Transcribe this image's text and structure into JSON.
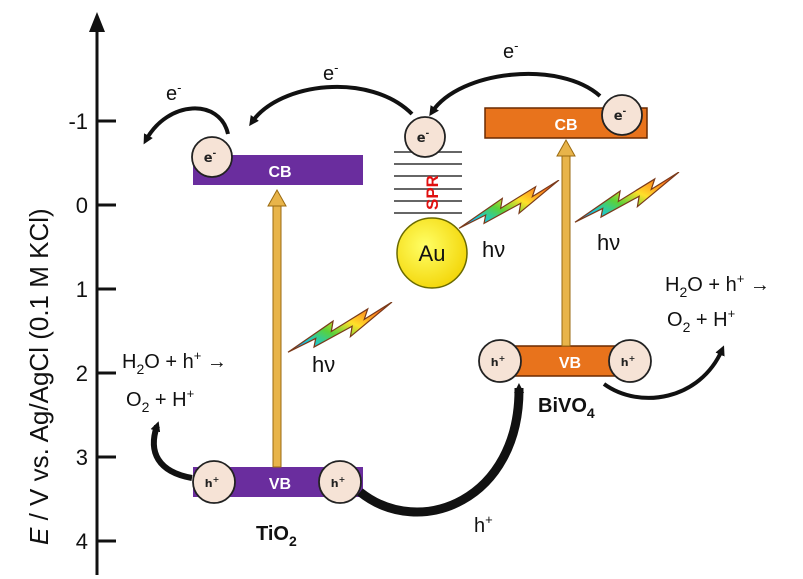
{
  "axis": {
    "label_e": "E",
    "label_rest": " / V vs. Ag/AgCl (0.1 M KCl)",
    "ticks": [
      "-1",
      "0",
      "1",
      "2",
      "3",
      "4"
    ]
  },
  "tio2": {
    "cb_label": "CB",
    "vb_label": "VB",
    "name_main": "TiO",
    "name_sub": "2",
    "electron": "e",
    "electron_sup": "-",
    "hole": "h",
    "hole_sup": "+"
  },
  "au": {
    "label": "Au",
    "spr_label": "SPR",
    "electron": "e",
    "electron_sup": "-"
  },
  "bivo4": {
    "cb_label": "CB",
    "vb_label": "VB",
    "name_main": "BiVO",
    "name_sub": "4",
    "electron": "e",
    "electron_sup": "-",
    "hole": "h",
    "hole_sup": "+"
  },
  "labels": {
    "hv": "hν",
    "e_transfer": "e",
    "e_sup": "-",
    "h_transfer": "h",
    "h_sup": "+"
  },
  "reaction_left": {
    "line1_a": "H",
    "line1_sub": "2",
    "line1_b": "O + h",
    "line1_sup": "+",
    "line1_arrow": " →",
    "line2_a": "O",
    "line2_sub": "2",
    "line2_b": " + H",
    "line2_sup": "+"
  },
  "reaction_right": {
    "line1_a": "H",
    "line1_sub": "2",
    "line1_b": "O + h",
    "line1_sup": "+",
    "line1_arrow": " →",
    "line2_a": "O",
    "line2_sub": "2",
    "line2_b": " + H",
    "line2_sup": "+"
  },
  "colors": {
    "tio2_band": "#6a2d9e",
    "bivo4_band": "#e8731c",
    "excitation_arrow": "#e8b44a",
    "au_fill": "#ffee22",
    "carrier_fill": "#f6e3d6",
    "spr_text": "#e01010"
  }
}
